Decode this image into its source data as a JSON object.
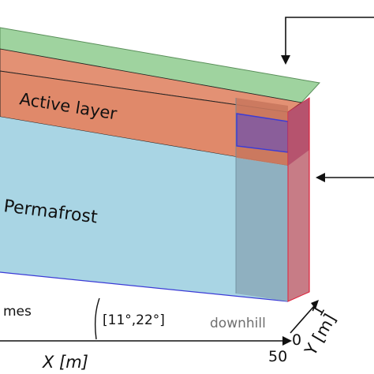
{
  "labels": {
    "active_layer": "Active layer",
    "permafrost": "Permafrost",
    "partial_left": "mes",
    "slope_angles": "[11°,22°]",
    "downhill": "downhill",
    "x_axis": "X [m]",
    "x_max": "50",
    "y_axis_prefix": "Y [m]",
    "y_zero": "0",
    "y_one": "1"
  },
  "colors": {
    "top_layer": "#9fd39f",
    "active_layer": "#e0896a",
    "active_layer_side": "#c9785e",
    "permafrost": "#a9d5e4",
    "permafrost_face": "#8fb0c0",
    "side_face": "#c77c86",
    "highlight_box": "#8a5e9a",
    "boundary_blue": "#3b3bd6",
    "side_edge": "#e0203a",
    "axis": "#111111"
  }
}
